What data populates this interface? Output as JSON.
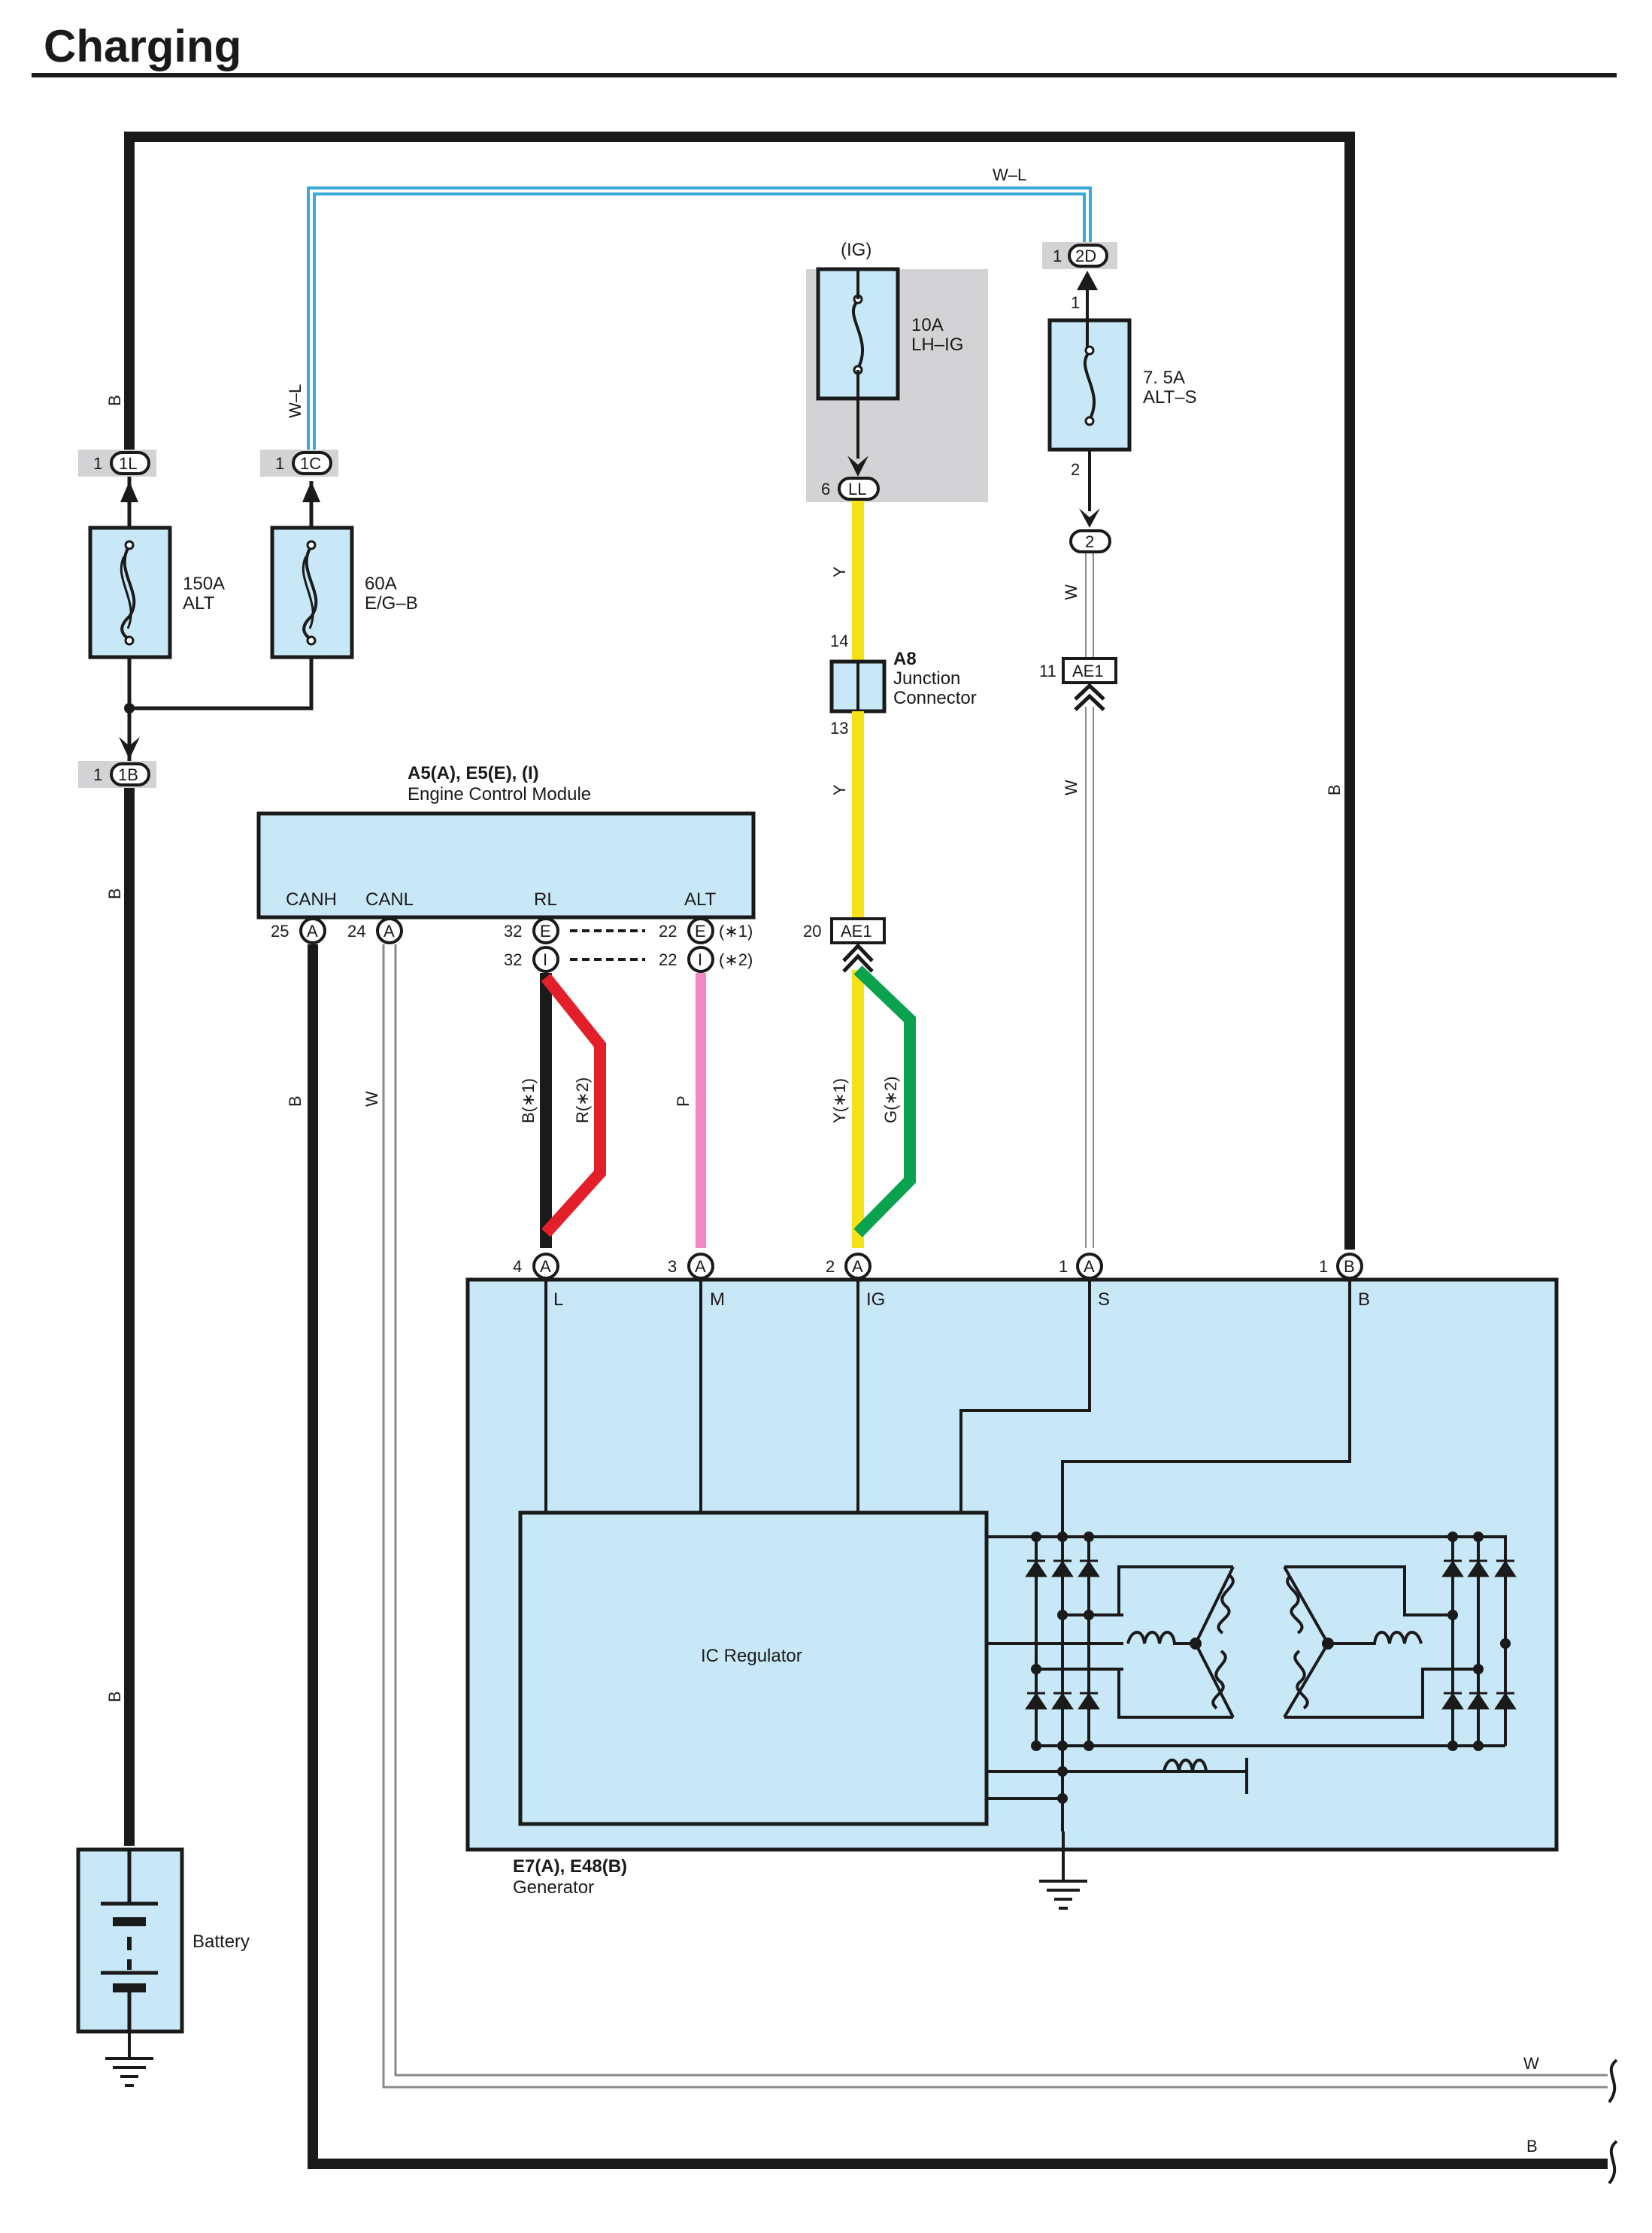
{
  "page": {
    "title": "Charging"
  },
  "colors": {
    "component_fill": "#c9e8f7",
    "shade": "#d3d3d5",
    "wire_black": "#1a1a1a",
    "wire_blue": "#3aa9dc",
    "wire_yellow": "#f7e119",
    "wire_red": "#e3202a",
    "wire_green": "#0aa24e",
    "wire_pink": "#f08ac0",
    "wire_white": "#8a8a8a"
  },
  "wires": {
    "b": "B",
    "wl": "W–L",
    "y": "Y",
    "w": "W",
    "p": "P",
    "b1": "B(∗1)",
    "r2": "R(∗2)",
    "y1": "Y(∗1)",
    "g2": "G(∗2)"
  },
  "fuses": {
    "alt": {
      "rating": "150A",
      "name": "ALT"
    },
    "egb": {
      "rating": "60A",
      "name": "E/G–B"
    },
    "lhig": {
      "rating": "10A",
      "name": "LH–IG",
      "supply": "(IG)"
    },
    "alts": {
      "rating": "7. 5A",
      "name": "ALT–S"
    }
  },
  "connectors": {
    "c1L": {
      "code": "1L",
      "pin": "1"
    },
    "c1C": {
      "code": "1C",
      "pin": "1"
    },
    "c1B": {
      "code": "1B",
      "pin": "1"
    },
    "c2D": {
      "code": "2D",
      "pin": "1"
    },
    "cLL": {
      "code": "LL",
      "pin": "6"
    },
    "c2": {
      "code": "2",
      "pin_top": "1",
      "pin_bottom": "2"
    },
    "ae1_top": {
      "code": "AE1",
      "pin": "11"
    },
    "ae1_bottom": {
      "code": "AE1",
      "pin": "20"
    },
    "a8": {
      "code": "A8",
      "name1": "Junction",
      "name2": "Connector",
      "pin_in": "14",
      "pin_out": "13"
    }
  },
  "ecm": {
    "ref": "A5(A), E5(E), (I)",
    "name": "Engine Control Module",
    "terminals": [
      "CANH",
      "CANL",
      "RL",
      "ALT"
    ],
    "pins": {
      "canh": {
        "pin": "25",
        "code": "A"
      },
      "canl": {
        "pin": "24",
        "code": "A"
      },
      "rl_e": {
        "pin": "32",
        "code": "E"
      },
      "rl_i": {
        "pin": "32",
        "code": "I"
      },
      "alt_e": {
        "pin": "22",
        "code": "E",
        "note": "(∗1)"
      },
      "alt_i": {
        "pin": "22",
        "code": "I",
        "note": "(∗2)"
      }
    }
  },
  "generator": {
    "ref": "E7(A), E48(B)",
    "name": "Generator",
    "regulator": "IC Regulator",
    "terminals": [
      {
        "pin": "4",
        "code": "A",
        "label": "L"
      },
      {
        "pin": "3",
        "code": "A",
        "label": "M"
      },
      {
        "pin": "2",
        "code": "A",
        "label": "IG"
      },
      {
        "pin": "1",
        "code": "A",
        "label": "S"
      },
      {
        "pin": "1",
        "code": "B",
        "label": "B"
      }
    ]
  },
  "battery": {
    "name": "Battery"
  }
}
